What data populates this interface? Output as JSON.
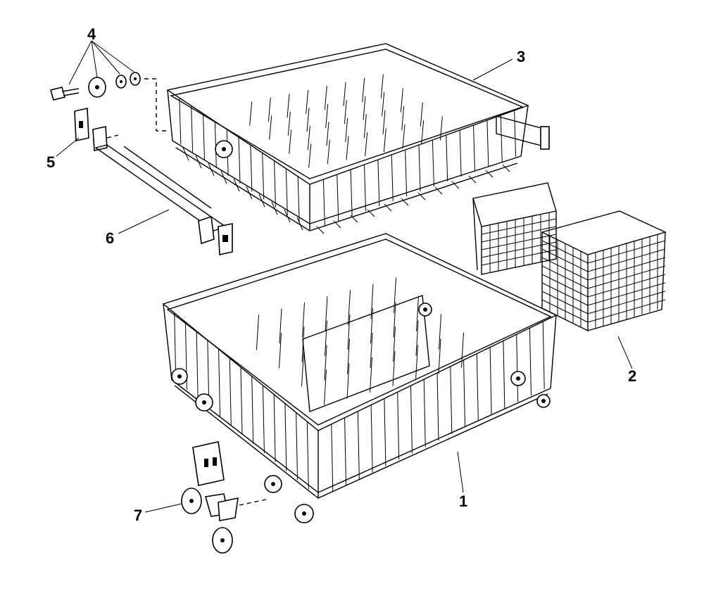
{
  "diagram": {
    "callouts": {
      "one": "1",
      "two": "2",
      "three": "3",
      "four": "4",
      "five": "5",
      "six": "6",
      "seven": "7"
    },
    "colors": {
      "ink": "#000000",
      "paper": "#ffffff"
    }
  }
}
